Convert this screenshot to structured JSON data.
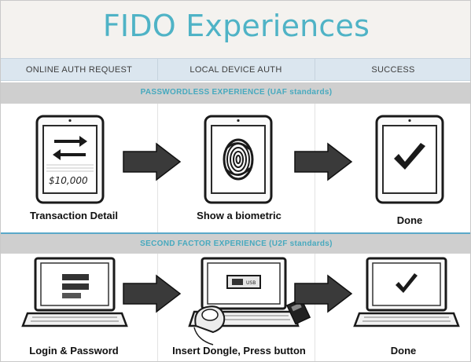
{
  "title": "FIDO Experiences",
  "columns": [
    "ONLINE AUTH REQUEST",
    "LOCAL DEVICE AUTH",
    "SUCCESS"
  ],
  "sections": [
    {
      "label": "PASSWORDLESS EXPERIENCE (UAF standards)",
      "captions": [
        "Transaction Detail",
        "Show a biometric",
        "Done"
      ],
      "amount_text": "$10,000"
    },
    {
      "label": "SECOND FACTOR EXPERIENCE (U2F standards)",
      "captions": [
        "Login & Password",
        "Insert Dongle, Press button",
        "Done"
      ],
      "dongle_label": "USB"
    }
  ],
  "colors": {
    "title": "#4fb3c6",
    "section_label": "#47a9be",
    "header_band": "#dbe6ef",
    "section_band": "#cfcfcf",
    "arrow_fill": "#3a3a3a"
  },
  "icons": [
    "swap-arrows-icon",
    "fingerprint-icon",
    "checkmark-icon",
    "arrow-right-icon",
    "laptop-icon",
    "usb-dongle-icon",
    "thumb-icon"
  ]
}
